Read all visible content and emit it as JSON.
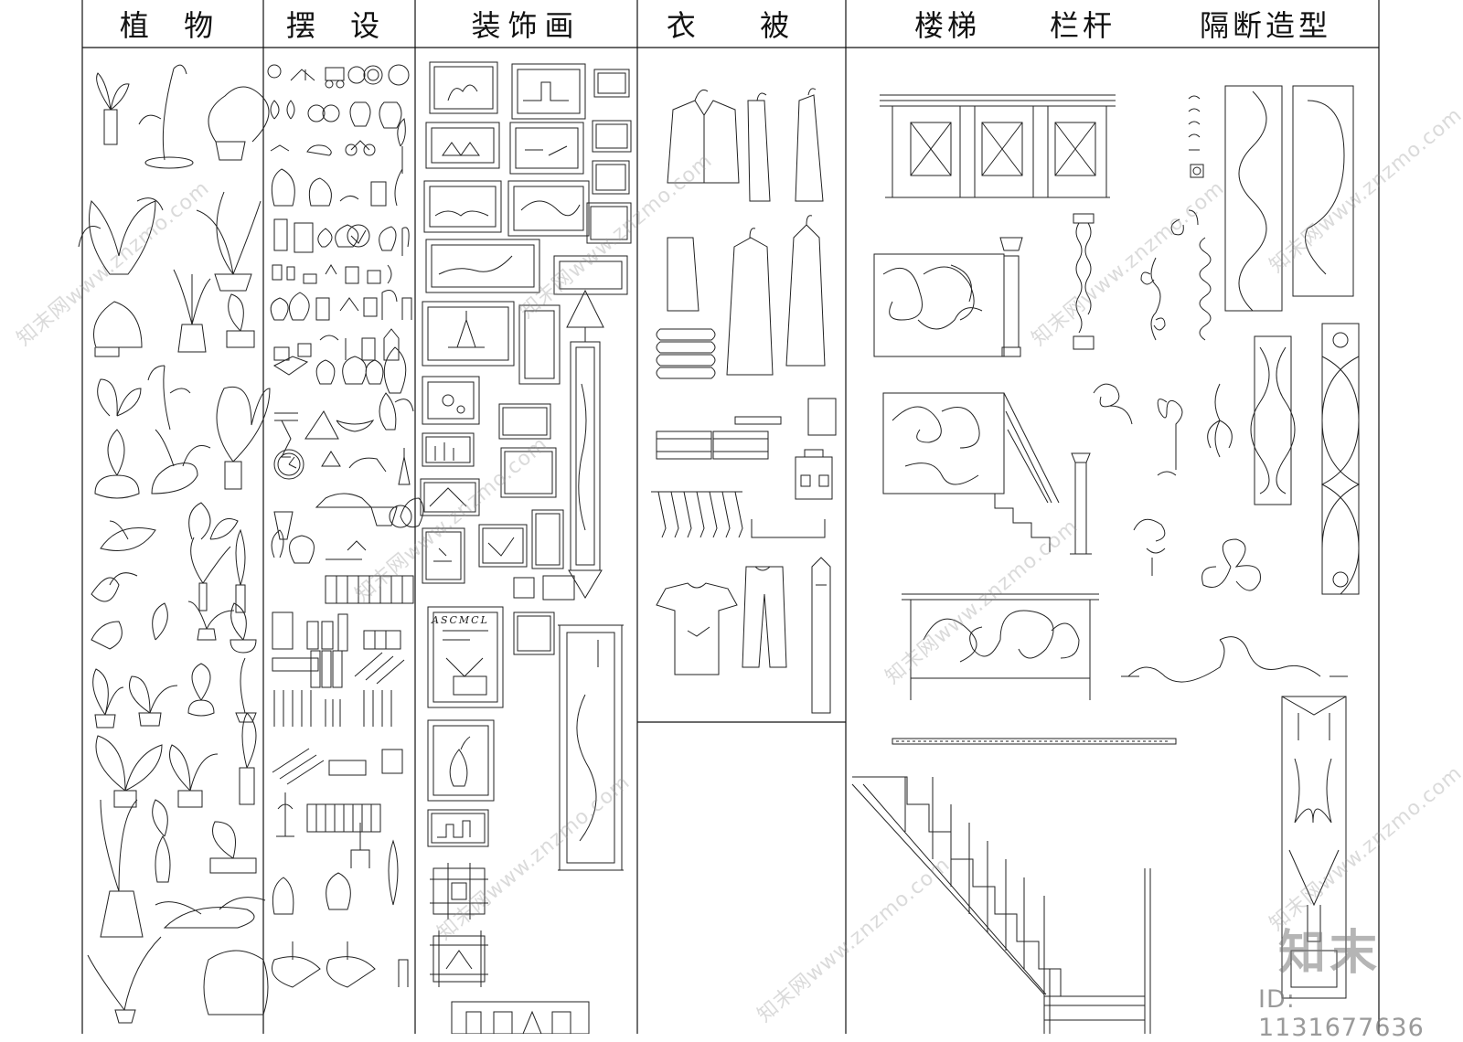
{
  "headers": {
    "plants": "植 物",
    "decor": "摆 设",
    "paintings": "装饰画",
    "clothing": "衣 被",
    "stairs": "楼梯",
    "railings": "栏杆",
    "partitions": "隔断造型"
  },
  "watermark": {
    "brand": "知末",
    "site_text": "知末网www.znzmo.com",
    "id_text": "ID: 1131677636"
  },
  "scroll_label": "ASCMCL",
  "colors": {
    "line": "#111111",
    "watermark": "#999999"
  }
}
